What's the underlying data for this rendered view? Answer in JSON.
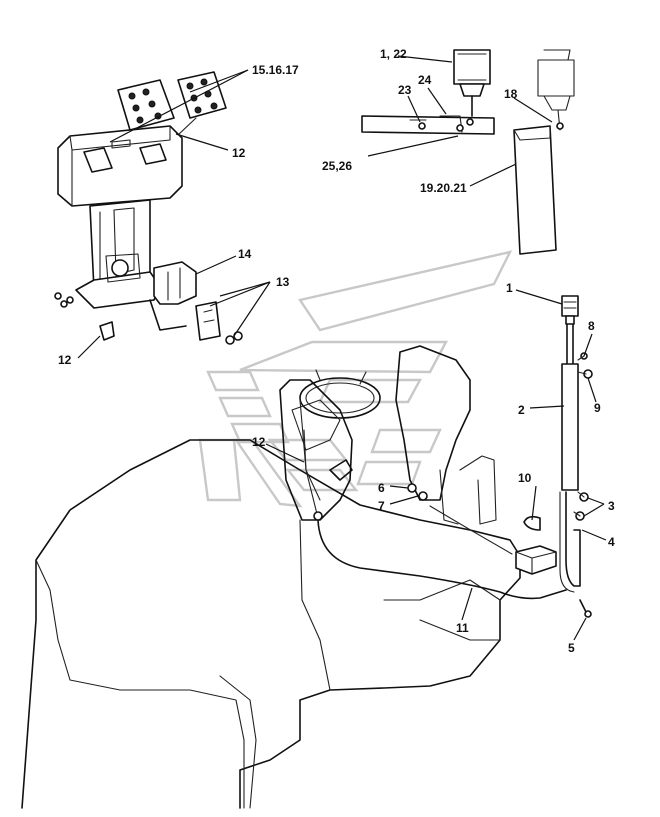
{
  "callouts": {
    "c_15_16_17": "15.16.17",
    "c_12_top": "12",
    "c_14": "14",
    "c_13": "13",
    "c_12_left": "12",
    "c_1_22": "1, 22",
    "c_24": "24",
    "c_23": "23",
    "c_18": "18",
    "c_25_26": "25,26",
    "c_19_20_21": "19.20.21",
    "c_1": "1",
    "c_8": "8",
    "c_9": "9",
    "c_2": "2",
    "c_12_mid": "12",
    "c_10": "10",
    "c_6": "6",
    "c_7": "7",
    "c_3": "3",
    "c_4": "4",
    "c_11": "11",
    "c_5": "5"
  },
  "colors": {
    "line": "#111111",
    "watermark": "#c8c8c8",
    "background": "#ffffff"
  }
}
